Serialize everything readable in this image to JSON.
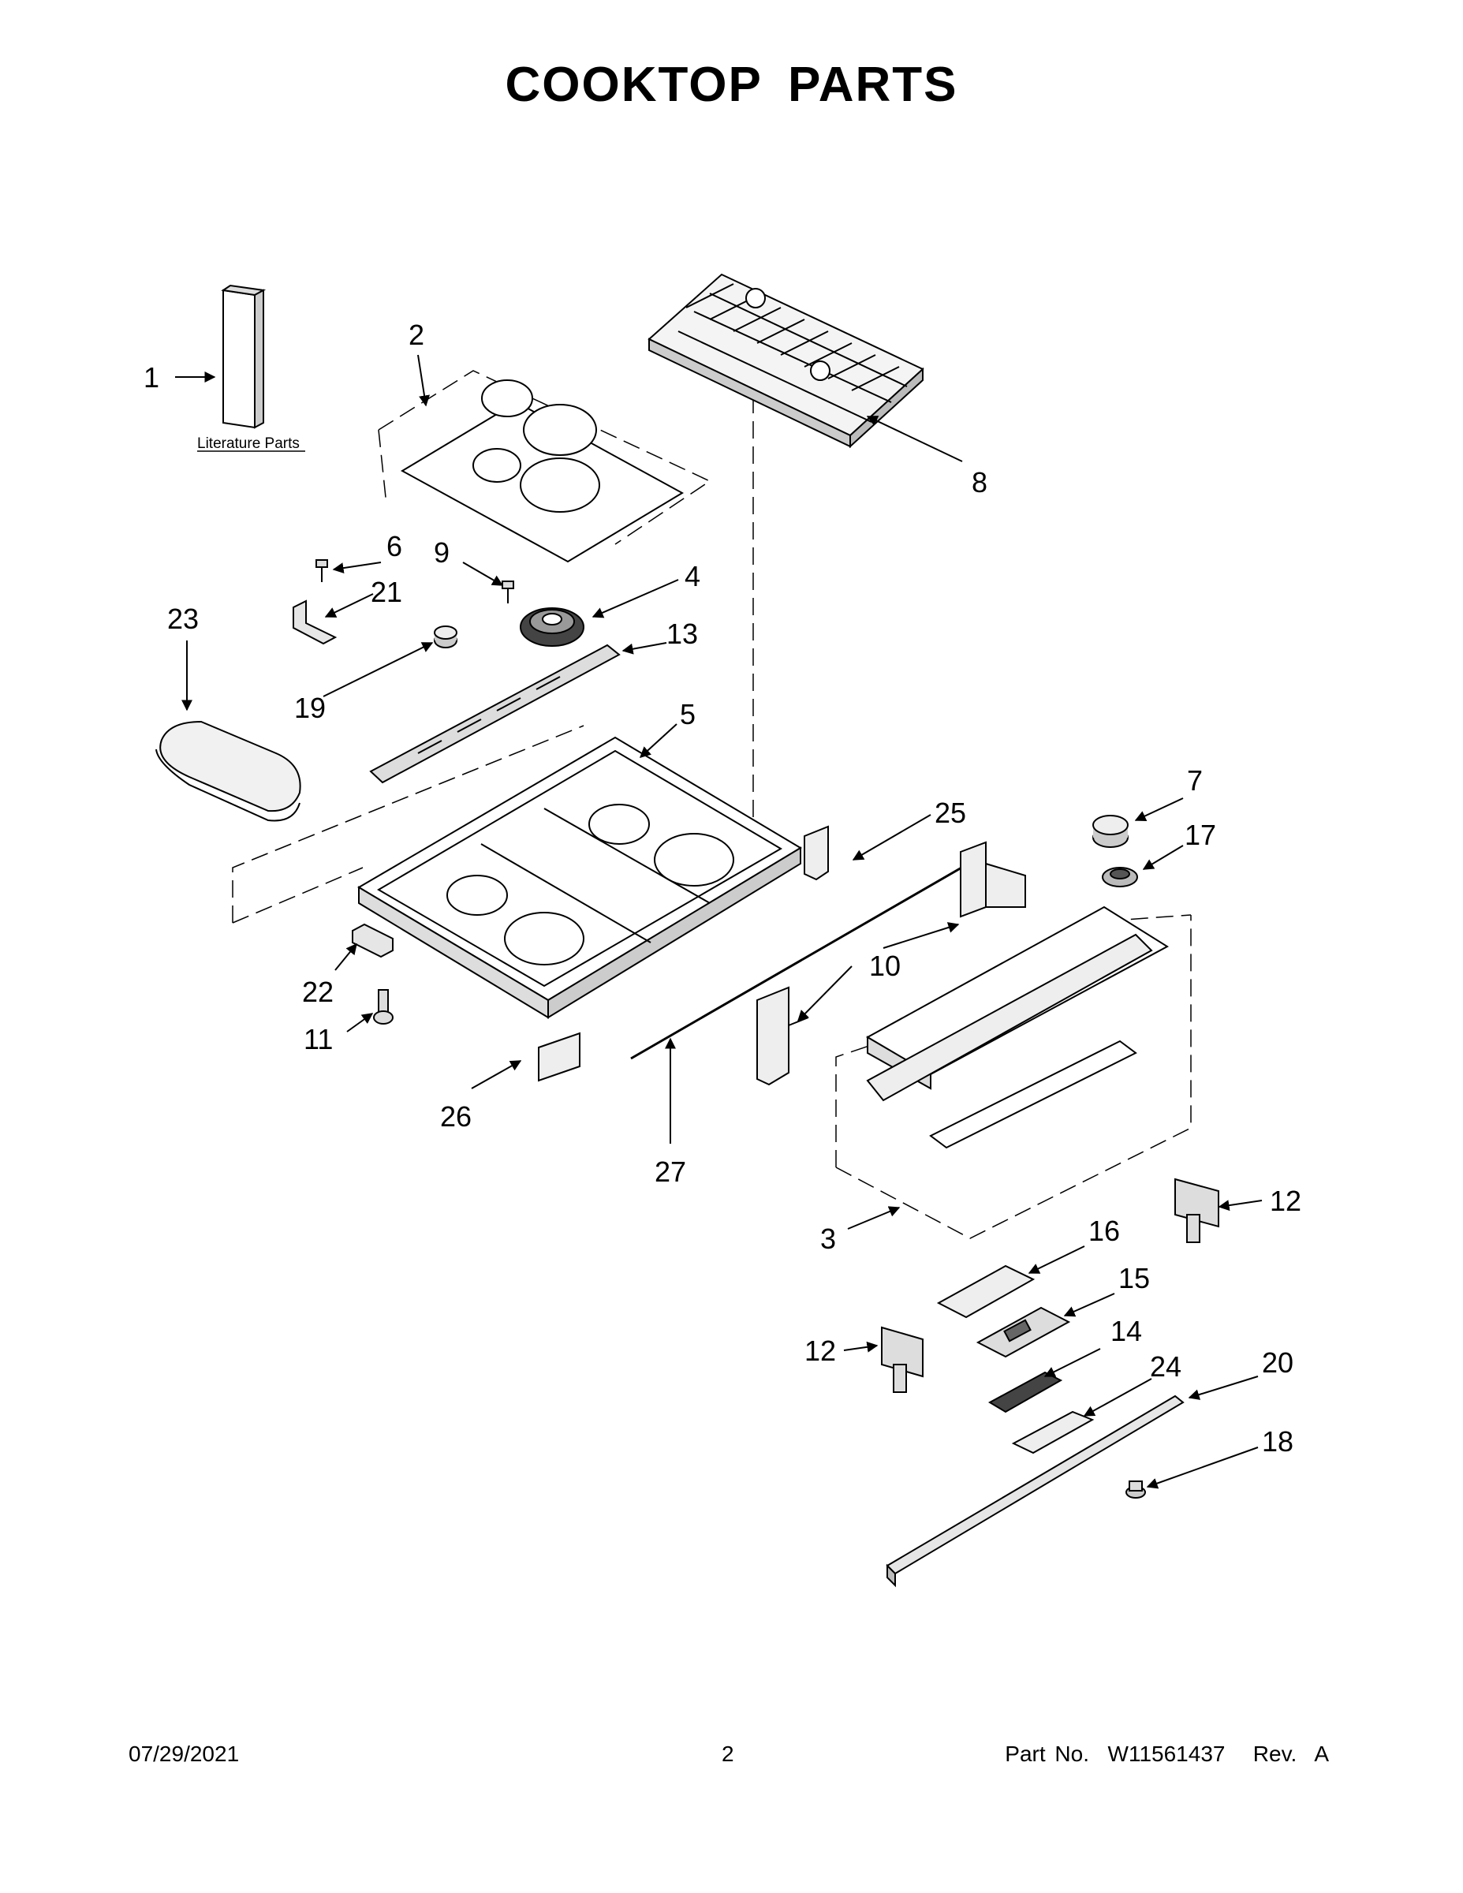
{
  "title": "COOKTOP PARTS",
  "literature_label": "Literature Parts",
  "callouts": {
    "c1": "1",
    "c2": "2",
    "c3": "3",
    "c4": "4",
    "c5": "5",
    "c6": "6",
    "c7": "7",
    "c8": "8",
    "c9": "9",
    "c10": "10",
    "c11": "11",
    "c12a": "12",
    "c12b": "12",
    "c13": "13",
    "c14": "14",
    "c15": "15",
    "c16": "16",
    "c17": "17",
    "c18": "18",
    "c19": "19",
    "c20": "20",
    "c21": "21",
    "c22": "22",
    "c23": "23",
    "c24": "24",
    "c25": "25",
    "c26": "26",
    "c27": "27"
  },
  "footer": {
    "date": "07/29/2021",
    "page": "2",
    "part": "Part No.  W11561437   Rev.  A"
  }
}
